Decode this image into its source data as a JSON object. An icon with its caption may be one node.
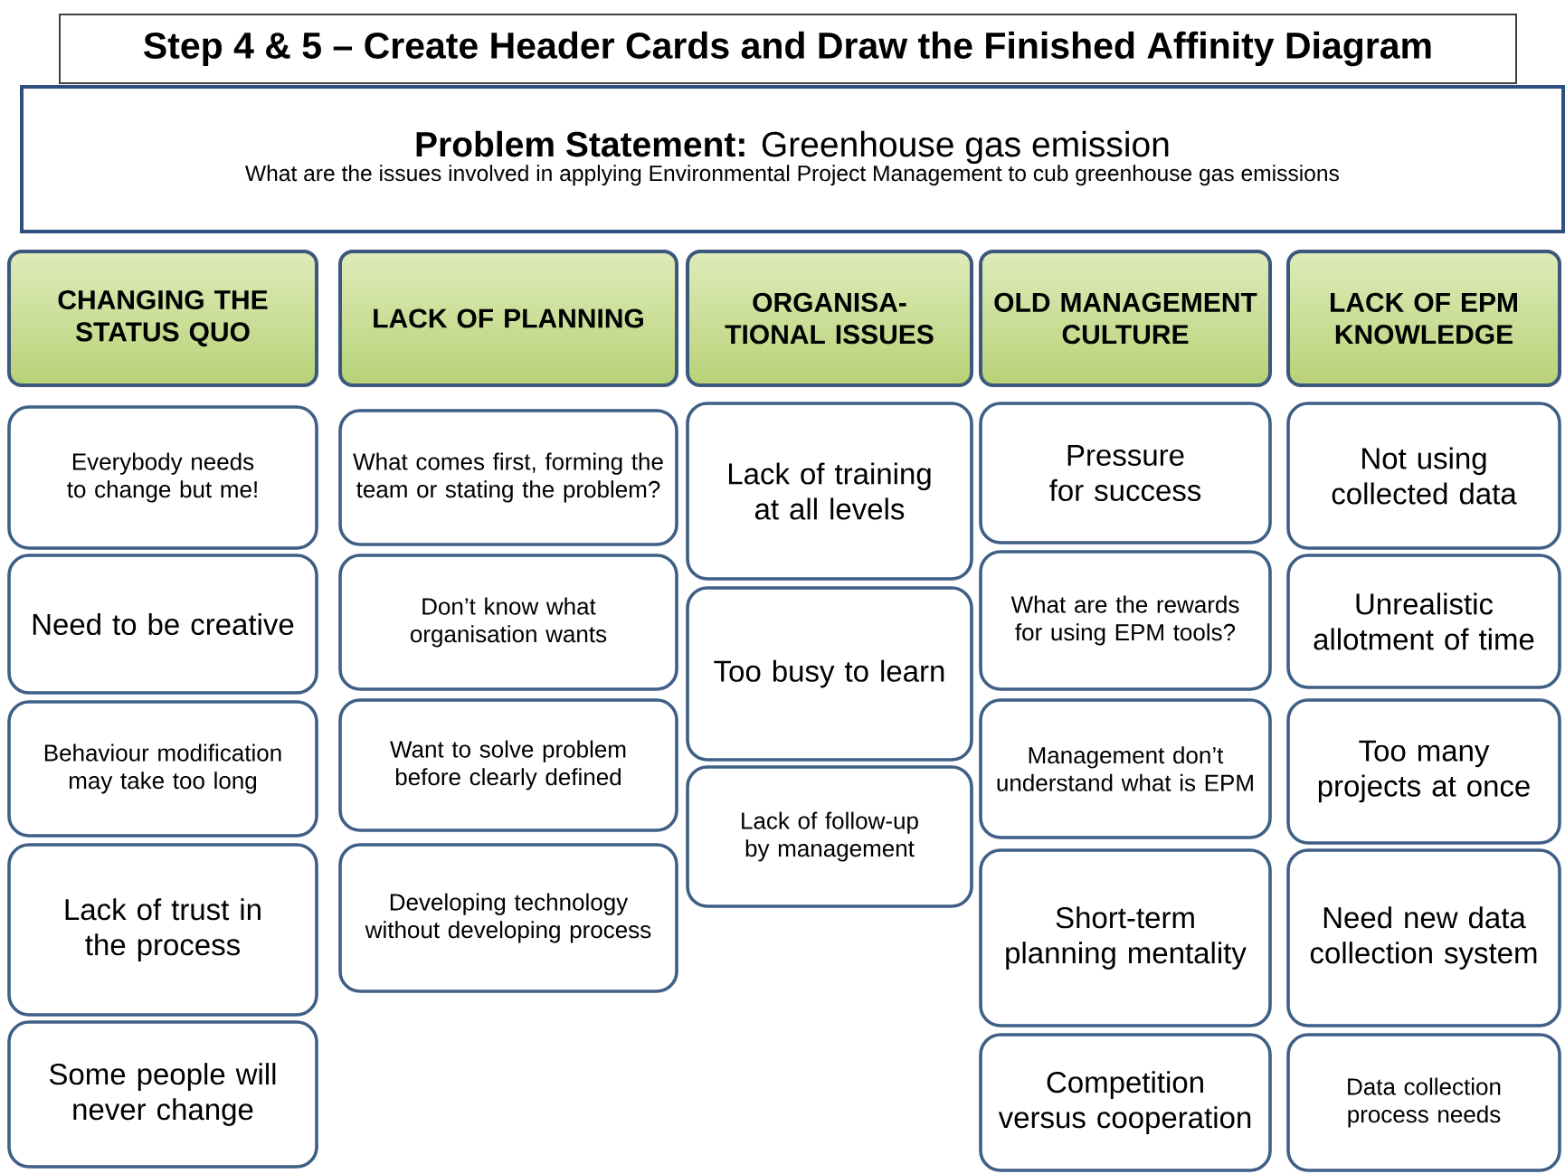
{
  "diagram": {
    "title": "Step 4 & 5 – Create Header Cards and Draw the Finished Affinity Diagram",
    "nodes": [
      {
        "text": [
          "**Problem Statement:** Greenhouse gas emission",
          "What are the issues involved in applying Environmental Project Management to cub greenhouse gas emissions"
        ]
      },
      {
        "text": [
          "CHANGING THE STATUS QUO"
        ]
      },
      {
        "text": [
          "LACK OF PLANNING"
        ]
      },
      {
        "text": [
          "ORGANISA-TIONAL ISSUES"
        ]
      },
      {
        "text": [
          "OLD MANAGEMENT CULTURE"
        ]
      },
      {
        "text": [
          "LACK OF EPM KNOWLEDGE"
        ]
      },
      {
        "text": [
          "Everybody needs to change but me!"
        ]
      },
      {
        "text": [
          "Need to be creative"
        ]
      },
      {
        "text": [
          "Behaviour modification may take too long"
        ]
      },
      {
        "text": [
          "Lack of trust in the process"
        ]
      },
      {
        "text": [
          "Some people will never change"
        ]
      },
      {
        "text": [
          "What comes first, forming the team or stating the problem?"
        ]
      },
      {
        "text": [
          "Don’t know what organisation wants"
        ]
      },
      {
        "text": [
          "Want to solve problem before clearly defined"
        ]
      },
      {
        "text": [
          "Developing technology without developing process"
        ]
      },
      {
        "text": [
          "Lack of training at all levels"
        ]
      },
      {
        "text": [
          "Too busy to learn"
        ]
      },
      {
        "text": [
          "Lack of follow-up by management"
        ]
      },
      {
        "text": [
          "Pressure for success"
        ]
      },
      {
        "text": [
          "What are the rewards for using EPM tools?"
        ]
      },
      {
        "text": [
          "Management don’t understand what is EPM"
        ]
      },
      {
        "text": [
          "Short-term planning mentality"
        ]
      },
      {
        "text": [
          "Competition versus cooperation"
        ]
      },
      {
        "text": [
          "Not using collected data"
        ]
      },
      {
        "text": [
          "Unrealistic allotment of time"
        ]
      },
      {
        "text": [
          "Too many projects at once"
        ]
      },
      {
        "text": [
          "Need new data collection system"
        ]
      },
      {
        "text": [
          "Data collection process needs"
        ]
      }
    ]
  }
}
